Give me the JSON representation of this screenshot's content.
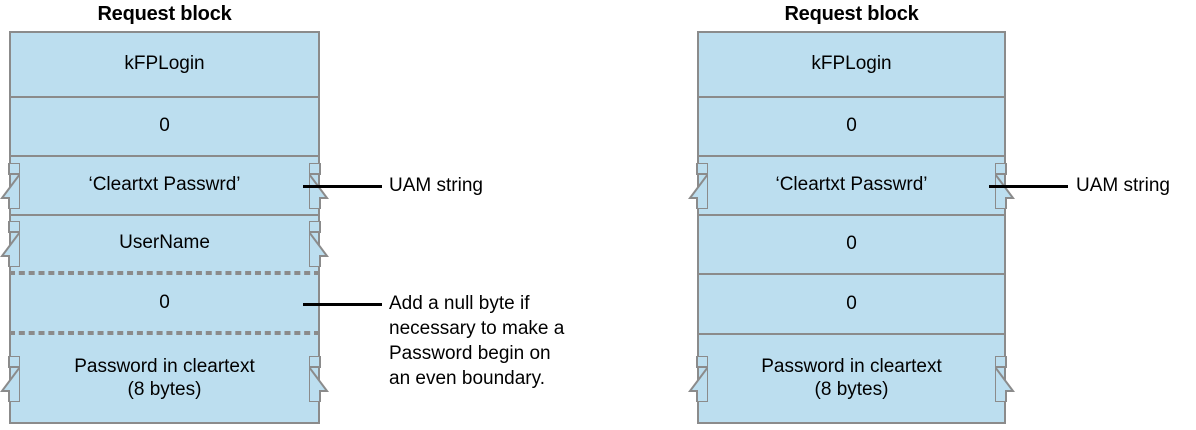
{
  "diagram": {
    "type": "packet-structure",
    "background_color": "#ffffff",
    "block_fill_color": "#bcdeef",
    "block_border_color": "#8b8b8b",
    "text_color": "#000000"
  },
  "blocks": [
    {
      "id": "left",
      "title": "Request block",
      "rows": [
        {
          "label": "kFPLogin",
          "top_border": "solid",
          "bottom_border": "solid",
          "zigzag": false
        },
        {
          "label": "0",
          "top_border": "solid",
          "bottom_border": "solid",
          "zigzag": false
        },
        {
          "label": "‘Cleartxt Passwrd’",
          "top_border": "solid",
          "bottom_border": "solid",
          "zigzag": true
        },
        {
          "label": "UserName",
          "top_border": "solid",
          "bottom_border": "dashed",
          "zigzag": true
        },
        {
          "label": "0",
          "top_border": "dashed",
          "bottom_border": "dashed",
          "zigzag": false
        },
        {
          "label": "Password in cleartext\n(8 bytes)",
          "top_border": "dashed",
          "bottom_border": "solid",
          "zigzag": true
        }
      ],
      "annotations": [
        {
          "id": "uam-string",
          "text": "UAM string",
          "target_row": 2
        },
        {
          "id": "null-byte-note",
          "text": "Add a null byte if\nnecessary to make a\nPassword begin on\nan even boundary.",
          "target_row": 4
        }
      ]
    },
    {
      "id": "right",
      "title": "Request block",
      "rows": [
        {
          "label": "kFPLogin",
          "top_border": "solid",
          "bottom_border": "solid",
          "zigzag": false
        },
        {
          "label": "0",
          "top_border": "solid",
          "bottom_border": "solid",
          "zigzag": false
        },
        {
          "label": "‘Cleartxt Passwrd’",
          "top_border": "solid",
          "bottom_border": "solid",
          "zigzag": true
        },
        {
          "label": "0",
          "top_border": "solid",
          "bottom_border": "solid",
          "zigzag": false
        },
        {
          "label": "0",
          "top_border": "solid",
          "bottom_border": "solid",
          "zigzag": false
        },
        {
          "label": "Password in cleartext\n(8 bytes)",
          "top_border": "solid",
          "bottom_border": "solid",
          "zigzag": true
        }
      ],
      "annotations": [
        {
          "id": "uam-string",
          "text": "UAM string",
          "target_row": 2
        }
      ]
    }
  ]
}
